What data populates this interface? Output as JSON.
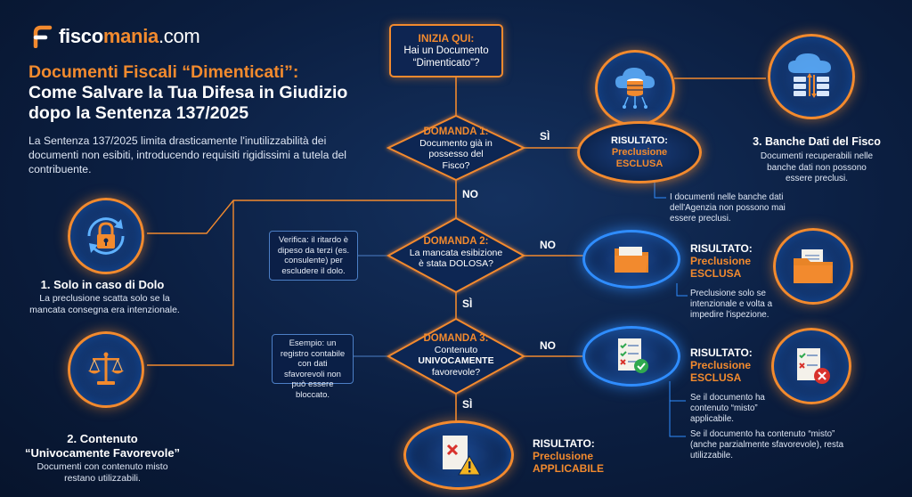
{
  "brand": {
    "logo_prefix": "fisco",
    "logo_highlight": "mania",
    "logo_suffix": ".com",
    "accent_color": "#f28a2e",
    "blue_color": "#2f8dff"
  },
  "header": {
    "title_line1": "Documenti Fiscali “Dimenticati”:",
    "title_line2": "Come Salvare la Tua Difesa in Giudizio",
    "title_line3": "dopo la Sentenza 137/2025",
    "intro": "La Sentenza 137/2025 limita drasticamente l'inutilizzabilità dei documenti non esibiti, introducendo requisiti rigidissimi a tutela del contribuente."
  },
  "left_points": [
    {
      "icon": "padlock-icon",
      "title": "1. Solo in caso di Dolo",
      "desc": "La preclusione scatta solo se la mancata consegna era intenzionale."
    },
    {
      "icon": "scales-icon",
      "title_line1": "2. Contenuto",
      "title_line2": "“Univocamente Favorevole”",
      "desc": "Documenti con contenuto misto restano utilizzabili."
    }
  ],
  "flow": {
    "start": {
      "heading": "INIZIA QUI:",
      "line1": "Hai un Documento",
      "line2": "“Dimenticato”?"
    },
    "q1": {
      "heading": "DOMANDA 1:",
      "line1": "Documento già in",
      "line2": "possesso del",
      "line3": "Fisco?"
    },
    "q2": {
      "heading": "DOMANDA 2:",
      "line1": "La mancata esibizione",
      "line2": "è stata DOLOSA?"
    },
    "q3": {
      "heading": "DOMANDA 3:",
      "line1": "Contenuto",
      "line2": "UNIVOCAMENTE",
      "line3": "favorevole?"
    },
    "labels": {
      "q1_yes": "SÌ",
      "q1_no": "NO",
      "q2_no": "NO",
      "q2_yes": "SÌ",
      "q3_no": "NO",
      "q3_yes": "SÌ"
    },
    "callout_q2": "Verifica: il ritardo è dipeso da terzi (es. consulente) per escludere il dolo.",
    "callout_q3": "Esempio: un registro contabile con dati sfavorevoli non può essere bloccato."
  },
  "results": {
    "r1": {
      "heading": "RISULTATO:",
      "line1": "Preclusione",
      "line2": "ESCLUSA",
      "note": "I documenti nelle banche dati dell'Agenzia non possono mai essere preclusi."
    },
    "r2": {
      "heading": "RISULTATO:",
      "line1": "Preclusione",
      "line2": "ESCLUSA",
      "note": "Preclusione solo se intenzionale e volta a impedire l'ispezione."
    },
    "r3": {
      "heading": "RISULTATO:",
      "line1": "Preclusione",
      "line2": "ESCLUSA",
      "note1": "Se il documento ha contenuto “misto” applicabile.",
      "note2": "Se il documento ha contenuto “misto” (anche parzialmente sfavorevole), resta utilizzabile."
    },
    "r4": {
      "heading": "RISULTATO:",
      "line1": "Preclusione",
      "line2": "APPLICABILE"
    }
  },
  "right_point": {
    "icon": "cloud-database-icon",
    "title": "3. Banche Dati del Fisco",
    "desc": "Documenti recuperabili nelle banche dati non possono essere preclusi."
  }
}
